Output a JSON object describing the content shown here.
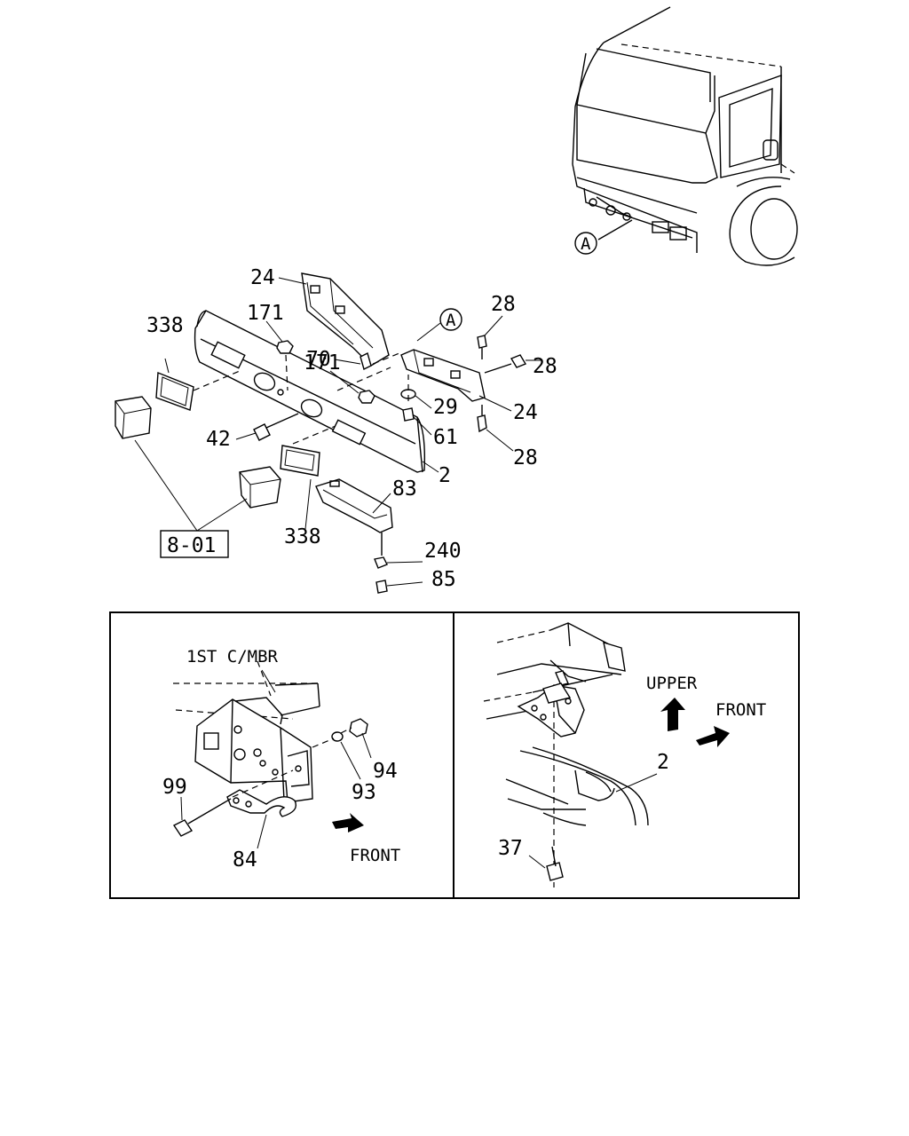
{
  "callouts": {
    "p24a": "24",
    "p171a": "171",
    "p338a": "338",
    "p70": "70",
    "p171b": "171",
    "refA": "A",
    "p28a": "28",
    "p28b": "28",
    "p29": "29",
    "p24b": "24",
    "p61": "61",
    "p42": "42",
    "p2a": "2",
    "p83": "83",
    "p28c": "28",
    "p338b": "338",
    "p240": "240",
    "p85": "85",
    "ref801": "8-01",
    "truckRefA": "A"
  },
  "detail_left": {
    "member_label": "1ST C/MBR",
    "p94": "94",
    "p93": "93",
    "p99": "99",
    "p84": "84",
    "front_label": "FRONT"
  },
  "detail_right": {
    "upper_label": "UPPER",
    "front_label": "FRONT",
    "p2": "2",
    "p37": "37"
  }
}
